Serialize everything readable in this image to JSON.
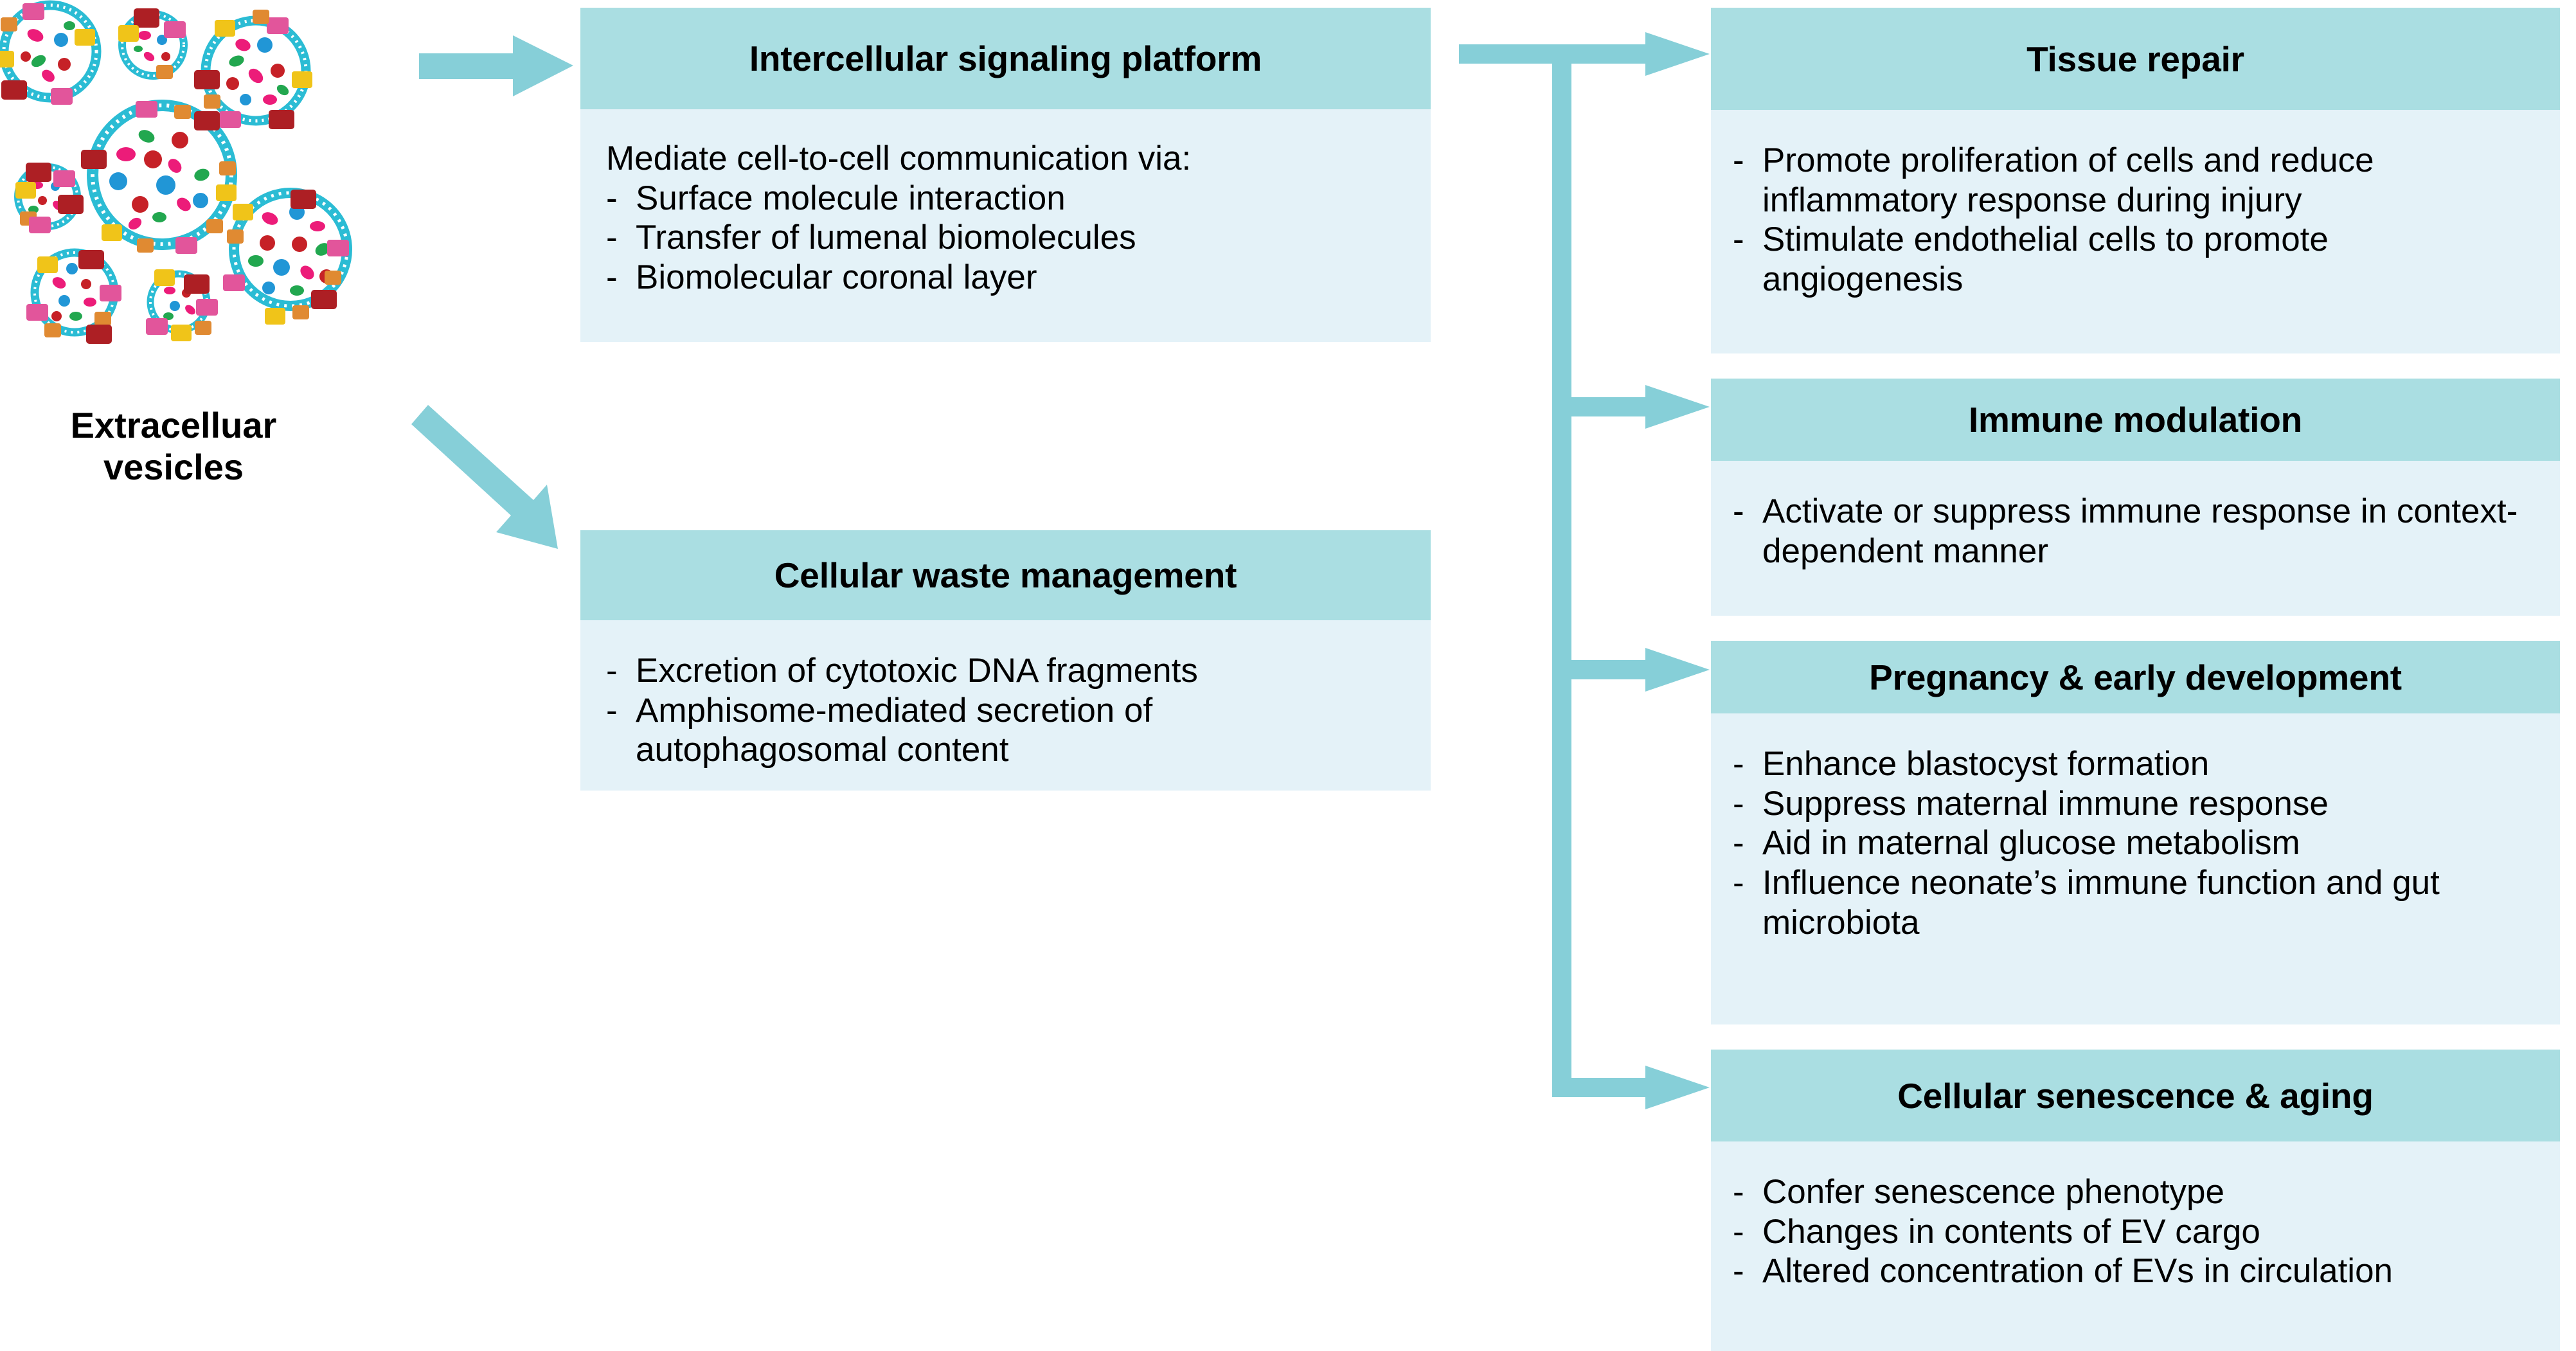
{
  "figure": {
    "source_label": "Extracelluar\nvesicles",
    "accent_color": "#86cfd8",
    "header_color": "#aadee2",
    "body_color": "#e4f2f8"
  },
  "source": {
    "label_line1": "Extracelluar",
    "label_line2": "vesicles",
    "icon": "extracellular-vesicles-cluster"
  },
  "left_column": [
    {
      "title": "Intercellular signaling platform",
      "lead": "Mediate cell-to-cell communication via:",
      "bullets": [
        "Surface molecule interaction",
        "Transfer of lumenal biomolecules",
        "Biomolecular coronal layer"
      ]
    },
    {
      "title": "Cellular waste management",
      "lead": "",
      "bullets": [
        "Excretion of cytotoxic DNA fragments",
        "Amphisome-mediated secretion of autophagosomal content"
      ]
    }
  ],
  "right_column": [
    {
      "title": "Tissue repair",
      "bullets": [
        "Promote proliferation of cells and reduce inflammatory response during injury",
        "Stimulate endothelial cells to promote angiogenesis"
      ]
    },
    {
      "title": "Immune modulation",
      "bullets": [
        "Activate or suppress immune response in context-dependent manner"
      ]
    },
    {
      "title": "Pregnancy & early development",
      "bullets": [
        "Enhance blastocyst formation",
        "Suppress maternal immune response",
        "Aid in maternal glucose metabolism",
        "Influence neonate’s immune function and gut microbiota"
      ]
    },
    {
      "title": "Cellular senescence & aging",
      "bullets": [
        "Confer senescence phenotype",
        "Changes in contents of EV cargo",
        "Altered concentration of EVs in circulation"
      ]
    }
  ],
  "bullet_marker": "-",
  "arrows": [
    {
      "name": "arrow-source-to-signaling",
      "direction": "right"
    },
    {
      "name": "arrow-source-to-waste",
      "direction": "down-right"
    },
    {
      "name": "arrow-signaling-to-tissue-repair",
      "direction": "right"
    },
    {
      "name": "arrow-trunk-to-immune-modulation",
      "direction": "right"
    },
    {
      "name": "arrow-trunk-to-pregnancy",
      "direction": "right"
    },
    {
      "name": "arrow-trunk-to-senescence",
      "direction": "right"
    }
  ]
}
